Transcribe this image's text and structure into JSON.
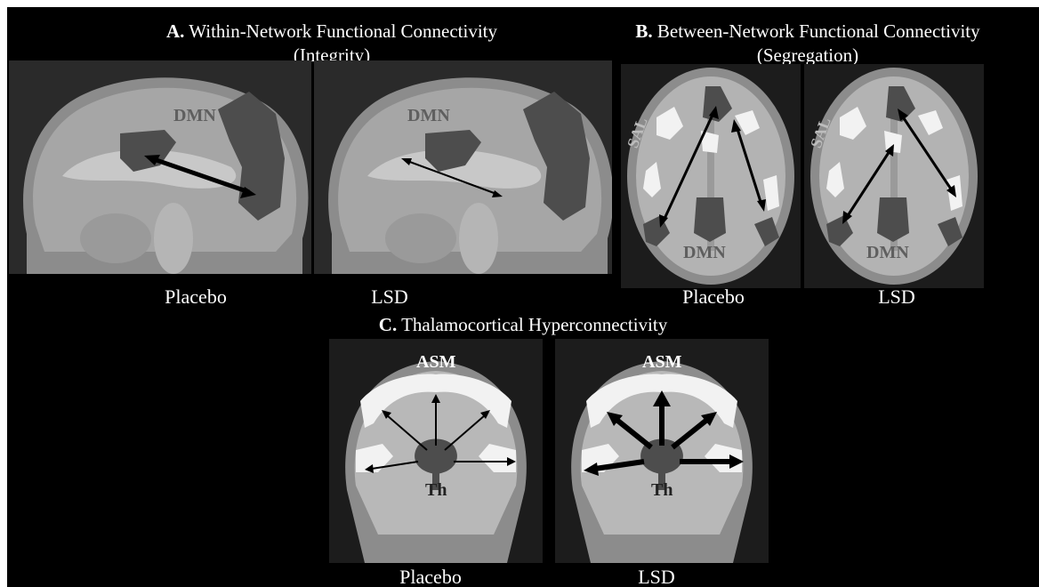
{
  "panel_a": {
    "letter": "A.",
    "title": "Within-Network Functional Connectivity",
    "subtitle": "(Integrity)",
    "network_label": "DMN",
    "left_caption": "Placebo",
    "right_caption": "LSD"
  },
  "panel_b": {
    "letter": "B.",
    "title": "Between-Network Functional Connectivity",
    "subtitle": "(Segregation)",
    "network_label_top": "SAL",
    "network_label_bottom": "DMN",
    "left_caption": "Placebo",
    "right_caption": "LSD"
  },
  "panel_c": {
    "letter": "C.",
    "title": "Thalamocortical Hyperconnectivity",
    "network_label": "ASM",
    "region_label": "Th",
    "left_caption": "Placebo",
    "right_caption": "LSD"
  },
  "colors": {
    "background": "#000000",
    "network_region": "#4d4d4d",
    "salience_region": "#f2f2f2",
    "arrow": "#000000"
  }
}
